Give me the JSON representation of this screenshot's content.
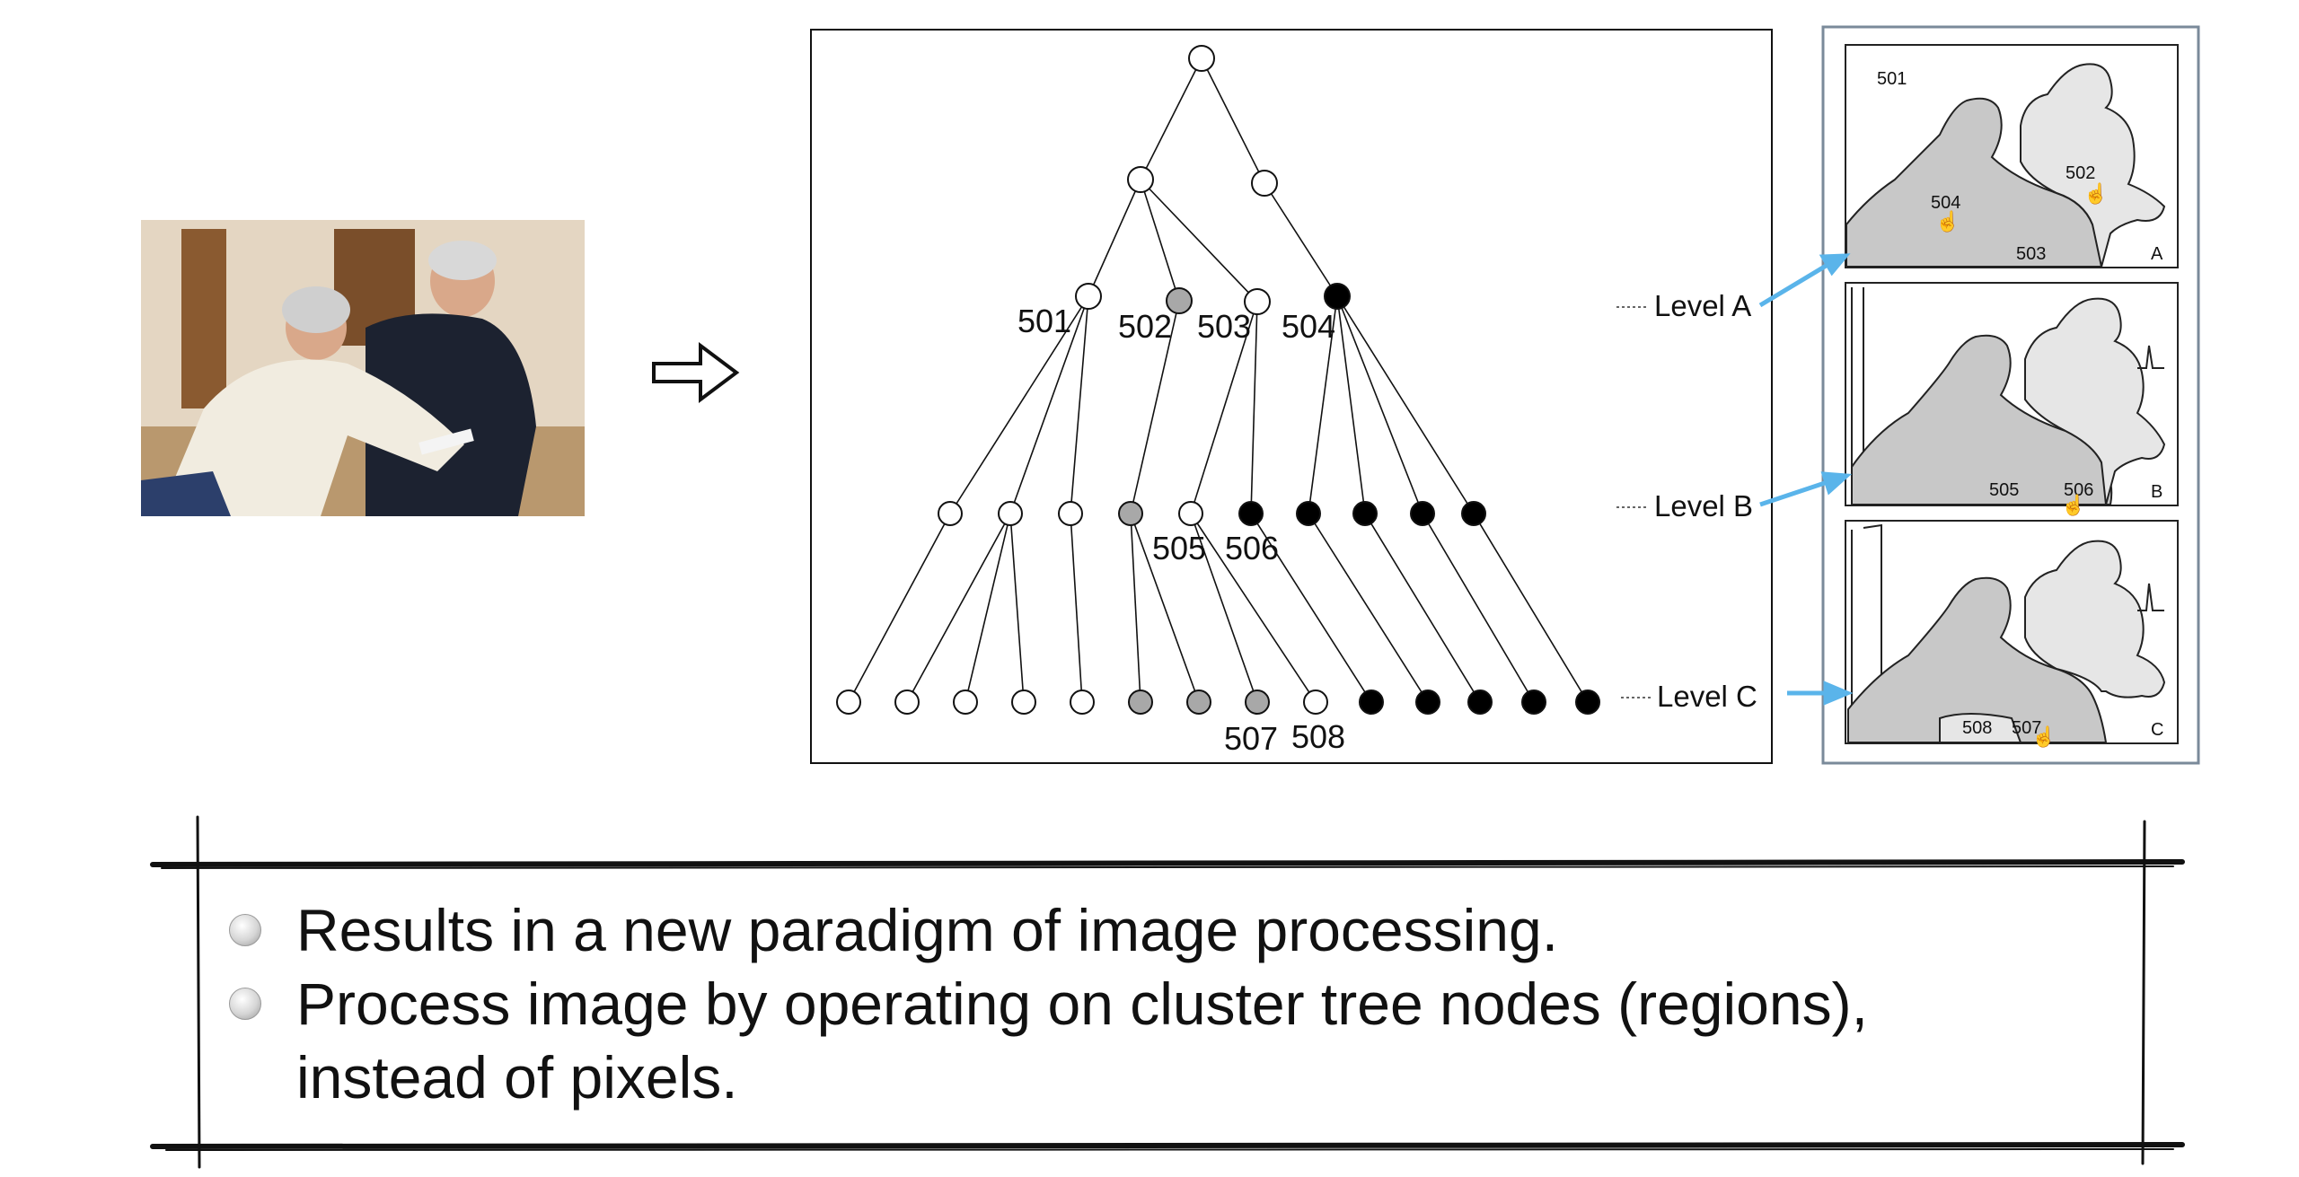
{
  "diagram": {
    "node_labels": {
      "n501": "501",
      "n502": "502",
      "n503": "503",
      "n504": "504",
      "n505": "505",
      "n506": "506",
      "n507": "507",
      "n508": "508"
    },
    "levels": {
      "a": "Level A",
      "b": "Level B",
      "c": "Level C"
    },
    "panels": {
      "a": {
        "corner": "A",
        "labels": {
          "l501": "501",
          "l502": "502",
          "l503": "503",
          "l504": "504"
        }
      },
      "b": {
        "corner": "B",
        "labels": {
          "l505": "505",
          "l506": "506"
        }
      },
      "c": {
        "corner": "C",
        "labels": {
          "l507": "507",
          "l508": "508"
        }
      }
    },
    "colors": {
      "white_node": "#ffffff",
      "gray_node": "#a8a8a8",
      "black_node": "#000000",
      "arrow": "#5ab4ea",
      "region_dark": "#c8c8c8",
      "region_light": "#e6e6e6"
    }
  },
  "bullets": [
    {
      "text": "Results in a new paradigm of image processing."
    },
    {
      "line1": "Process image by operating on cluster tree nodes (regions),",
      "line2": "instead of pixels."
    }
  ]
}
